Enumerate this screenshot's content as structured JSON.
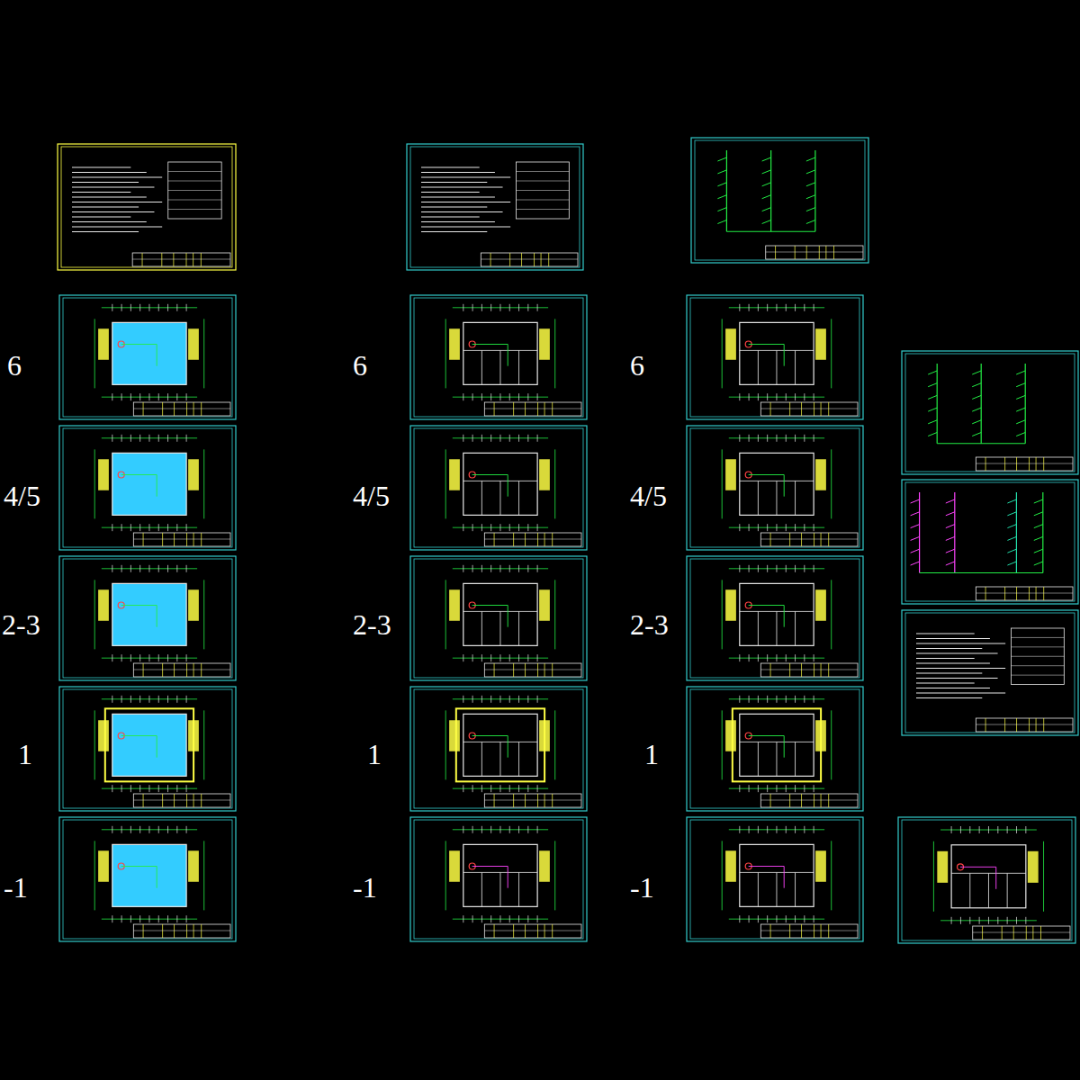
{
  "diagram": {
    "labels": [
      "6",
      "4/5",
      "2-3",
      "1",
      "-1",
      "6",
      "4/5",
      "2-3",
      "1",
      "-1",
      "6",
      "4/5",
      "2-3",
      "1",
      "-1"
    ]
  }
}
